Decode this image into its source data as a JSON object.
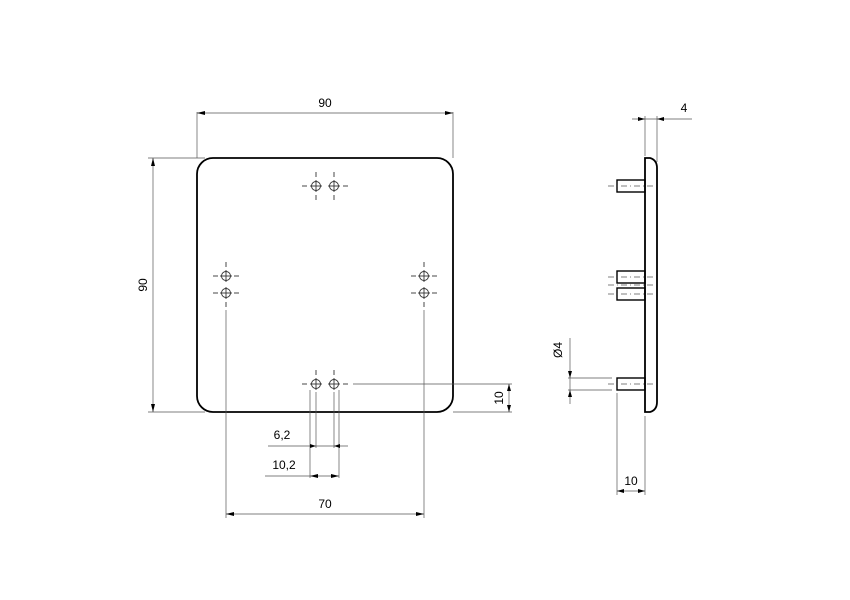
{
  "drawing": {
    "type": "technical-drawing",
    "views": [
      "front-view",
      "side-view"
    ],
    "units": "mm",
    "front_view": {
      "plate_width": "90",
      "plate_height": "90",
      "hole_spacing_inner": "6,2",
      "hole_spacing_outer": "10,2",
      "hole_center_distance": "70",
      "hole_edge_offset": "10"
    },
    "side_view": {
      "plate_thickness": "4",
      "pin_diameter": "Ø4",
      "pin_length": "10"
    }
  },
  "labels": {
    "width_top": "90",
    "height_left": "90",
    "dim_6_2": "6,2",
    "dim_10_2": "10,2",
    "dim_70": "70",
    "dim_10_right": "10",
    "dim_4_top": "4",
    "dim_dia4": "Ø4",
    "dim_10_bottom": "10"
  }
}
